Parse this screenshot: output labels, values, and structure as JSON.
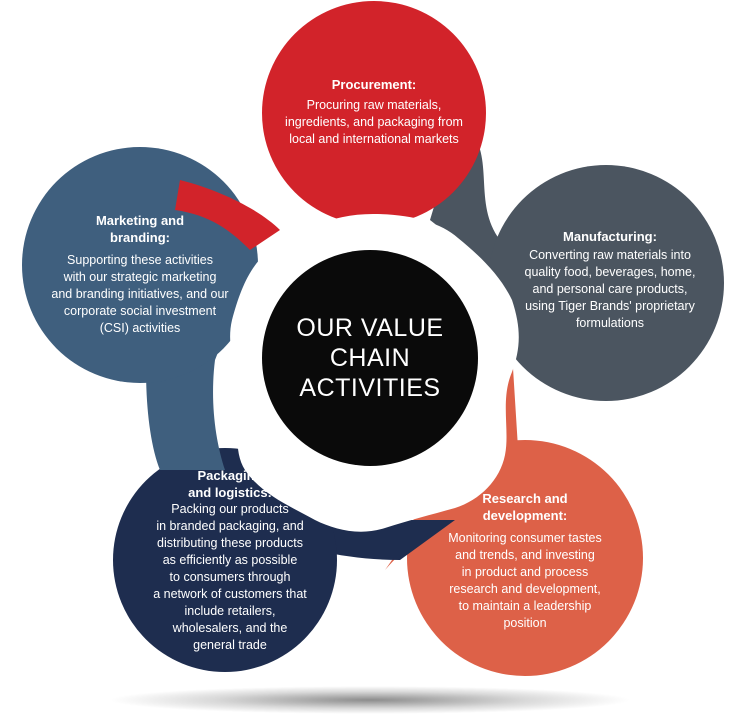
{
  "center": {
    "title": "OUR VALUE\nCHAIN\nACTIVITIES"
  },
  "segments": [
    {
      "id": "procurement",
      "title": "Procurement:",
      "description": "Procuring raw materials,\ningredients, and packaging from\nlocal and international markets",
      "color": "#d2232a"
    },
    {
      "id": "manufacturing",
      "title": "Manufacturing:",
      "description": "Converting raw materials into\nquality food, beverages, home,\nand personal care products,\nusing Tiger Brands' proprietary\nformulations",
      "color": "#4b5560"
    },
    {
      "id": "research",
      "title": "Research and\ndevelopment:",
      "description": "Monitoring consumer tastes\nand trends, and investing\nin product and process\nresearch and development,\nto maintain a leadership\nposition",
      "color": "#dd6148"
    },
    {
      "id": "packaging",
      "title": "Packaging\nand logistics:",
      "description": "Packing our products\nin branded packaging, and\ndistributing these products\nas efficiently as possible\nto consumers through\na network of customers that\ninclude retailers,\nwholesalers, and the\ngeneral trade",
      "color": "#1e2d4f"
    },
    {
      "id": "marketing",
      "title": "Marketing and\nbranding:",
      "description": "Supporting these activities\nwith our strategic marketing\nand branding initiatives, and our\ncorporate social investment\n(CSI) activities",
      "color": "#3f5f7e"
    }
  ]
}
